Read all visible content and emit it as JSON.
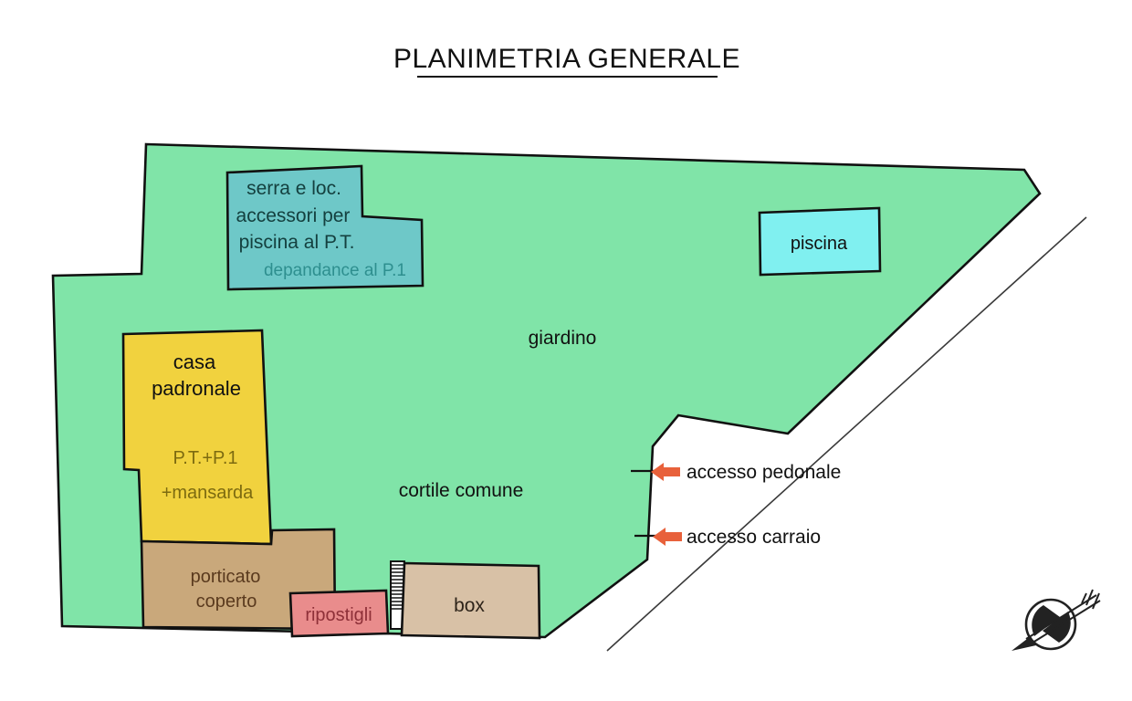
{
  "title": "PLANIMETRIA GENERALE",
  "colors": {
    "garden": "#80E4A8",
    "serra": "#6EC8C8",
    "pool": "#80F0F0",
    "house": "#F1D23E",
    "portico": "#C9A87B",
    "storage": "#E98C8C",
    "box": "#D8C1A6",
    "arrow": "#E8613B",
    "outline": "#111111",
    "road": "#3A3A3A",
    "label": "#111111",
    "serra_text": "#14403F",
    "serra_sub_text": "#2E8F8F",
    "house_sub_text": "#7D6B10",
    "portico_text": "#5A3A1E",
    "storage_text": "#8E3038",
    "box_text": "#2E241A"
  },
  "areas": {
    "garden": {
      "label": "giardino"
    },
    "courtyard": {
      "label": "cortile comune"
    },
    "serra": {
      "line1": "serra e loc.",
      "line2": "accessori per",
      "line3": "piscina al P.T.",
      "sub": "depandance al P.1"
    },
    "pool": {
      "label": "piscina"
    },
    "house": {
      "line1": "casa",
      "line2": "padronale",
      "floors": "P.T.+P.1",
      "attic": "+mansarda"
    },
    "portico": {
      "line1": "porticato",
      "line2": "coperto"
    },
    "storage": {
      "label": "ripostigli"
    },
    "box": {
      "label": "box"
    }
  },
  "access": {
    "pedestrian": "accesso pedonale",
    "vehicle": "accesso carraio"
  },
  "icons": {
    "compass": "north-arrow-compass"
  }
}
